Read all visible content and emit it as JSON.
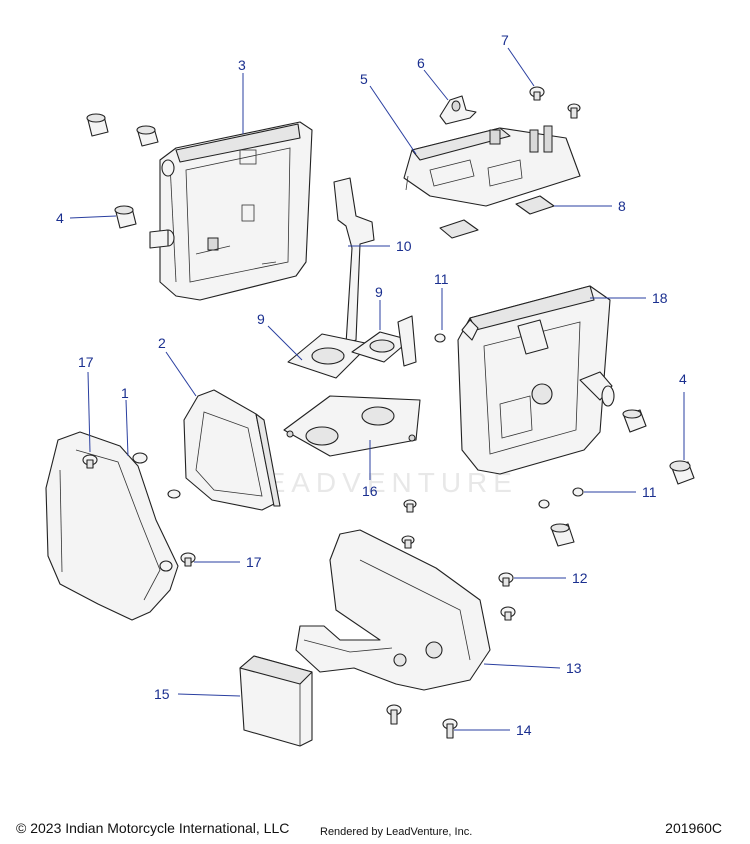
{
  "callouts": [
    "1",
    "2",
    "3",
    "4",
    "5",
    "6",
    "7",
    "8",
    "9",
    "10",
    "11",
    "12",
    "13",
    "14",
    "15",
    "16",
    "17",
    "18"
  ],
  "watermark": "LEADVENTURE",
  "footer": {
    "copyright": "© 2023 Indian Motorcycle International, LLC",
    "rendered_by": "Rendered by LeadVenture, Inc.",
    "diagram_number": "201960C"
  },
  "colors": {
    "callout": "#1a2f8f",
    "leader": "#2a3fa0",
    "line": "#222222"
  }
}
